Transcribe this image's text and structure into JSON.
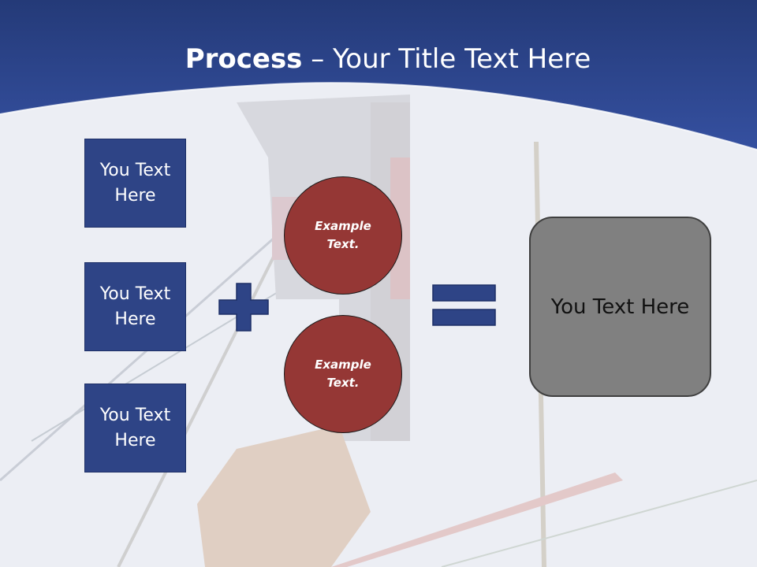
{
  "slide": {
    "title_bold": "Process",
    "title_rest": " – Your Title Text Here",
    "left_boxes": [
      {
        "label": "You Text Here"
      },
      {
        "label": "You Text Here"
      },
      {
        "label": "You Text Here"
      }
    ],
    "circles": [
      {
        "label": "Example Text."
      },
      {
        "label": "Example Text."
      }
    ],
    "result_label": "You Text Here"
  },
  "colors": {
    "header_blue": "#2b4287",
    "box_blue": "#2e4486",
    "circle_red": "#953735",
    "result_gray": "#808080"
  },
  "icons": [
    "plus-icon",
    "equals-icon"
  ]
}
